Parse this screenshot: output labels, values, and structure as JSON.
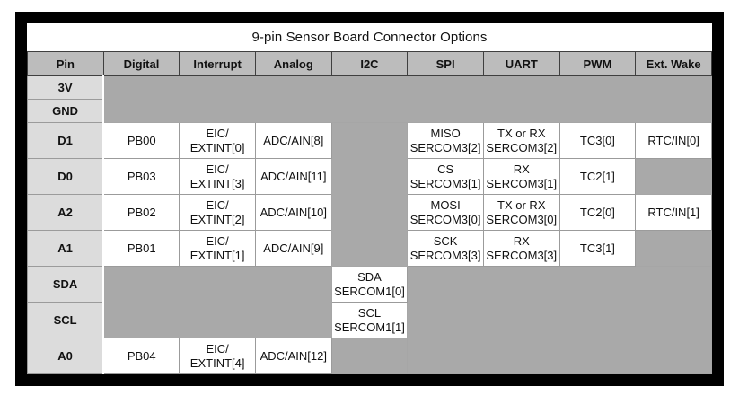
{
  "table": {
    "title": "9-pin Sensor Board Connector Options",
    "columns": [
      "Pin",
      "Digital",
      "Interrupt",
      "Analog",
      "I2C",
      "SPI",
      "UART",
      "PWM",
      "Ext. Wake"
    ],
    "rows": [
      {
        "pin": "3V",
        "kind": "power",
        "cells": [
          {
            "col": "Digital",
            "empty": true,
            "colspan": 8,
            "rowspan": 2
          }
        ]
      },
      {
        "pin": "GND",
        "kind": "power",
        "cells": []
      },
      {
        "pin": "D1",
        "kind": "signal",
        "cells": [
          {
            "col": "Digital",
            "text": "PB00"
          },
          {
            "col": "Interrupt",
            "text": "EIC/\nEXTINT[0]"
          },
          {
            "col": "Analog",
            "text": "ADC/AIN[8]"
          },
          {
            "col": "I2C",
            "empty": true,
            "rowspan": 4
          },
          {
            "col": "SPI",
            "text": "MISO\nSERCOM3[2]"
          },
          {
            "col": "UART",
            "text": "TX or RX\nSERCOM3[2]"
          },
          {
            "col": "PWM",
            "text": "TC3[0]"
          },
          {
            "col": "Ext. Wake",
            "text": "RTC/IN[0]"
          }
        ]
      },
      {
        "pin": "D0",
        "kind": "signal",
        "cells": [
          {
            "col": "Digital",
            "text": "PB03"
          },
          {
            "col": "Interrupt",
            "text": "EIC/\nEXTINT[3]"
          },
          {
            "col": "Analog",
            "text": "ADC/AIN[11]"
          },
          {
            "col": "SPI",
            "text": "CS\nSERCOM3[1]"
          },
          {
            "col": "UART",
            "text": "RX\nSERCOM3[1]"
          },
          {
            "col": "PWM",
            "text": "TC2[1]"
          },
          {
            "col": "Ext. Wake",
            "empty": true
          }
        ]
      },
      {
        "pin": "A2",
        "kind": "signal",
        "cells": [
          {
            "col": "Digital",
            "text": "PB02"
          },
          {
            "col": "Interrupt",
            "text": "EIC/\nEXTINT[2]"
          },
          {
            "col": "Analog",
            "text": "ADC/AIN[10]"
          },
          {
            "col": "SPI",
            "text": "MOSI\nSERCOM3[0]"
          },
          {
            "col": "UART",
            "text": "TX or RX\nSERCOM3[0]"
          },
          {
            "col": "PWM",
            "text": "TC2[0]"
          },
          {
            "col": "Ext. Wake",
            "text": "RTC/IN[1]"
          }
        ]
      },
      {
        "pin": "A1",
        "kind": "signal",
        "cells": [
          {
            "col": "Digital",
            "text": "PB01"
          },
          {
            "col": "Interrupt",
            "text": "EIC/\nEXTINT[1]"
          },
          {
            "col": "Analog",
            "text": "ADC/AIN[9]"
          },
          {
            "col": "SPI",
            "text": "SCK\nSERCOM3[3]"
          },
          {
            "col": "UART",
            "text": "RX\nSERCOM3[3]"
          },
          {
            "col": "PWM",
            "text": "TC3[1]"
          },
          {
            "col": "Ext. Wake",
            "empty": true
          }
        ]
      },
      {
        "pin": "SDA",
        "kind": "signal",
        "cells": [
          {
            "col": "Digital",
            "empty": true,
            "colspan": 3,
            "rowspan": 2
          },
          {
            "col": "I2C",
            "text": "SDA\nSERCOM1[0]"
          },
          {
            "col": "SPI",
            "empty": true,
            "colspan": 4,
            "rowspan": 3
          }
        ]
      },
      {
        "pin": "SCL",
        "kind": "signal",
        "cells": [
          {
            "col": "I2C",
            "text": "SCL\nSERCOM1[1]"
          }
        ]
      },
      {
        "pin": "A0",
        "kind": "signal",
        "cells": [
          {
            "col": "Digital",
            "text": "PB04"
          },
          {
            "col": "Interrupt",
            "text": "EIC/\nEXTINT[4]"
          },
          {
            "col": "Analog",
            "text": "ADC/AIN[12]"
          },
          {
            "col": "I2C",
            "empty": true
          }
        ]
      }
    ]
  },
  "colors": {
    "frame": "#000000",
    "header_bg": "#bcbcbc",
    "pin_bg": "#dcdcdc",
    "empty_bg": "#a9a9a9",
    "grid_line": "#9b9b9b",
    "header_line": "#3f3f3f"
  }
}
